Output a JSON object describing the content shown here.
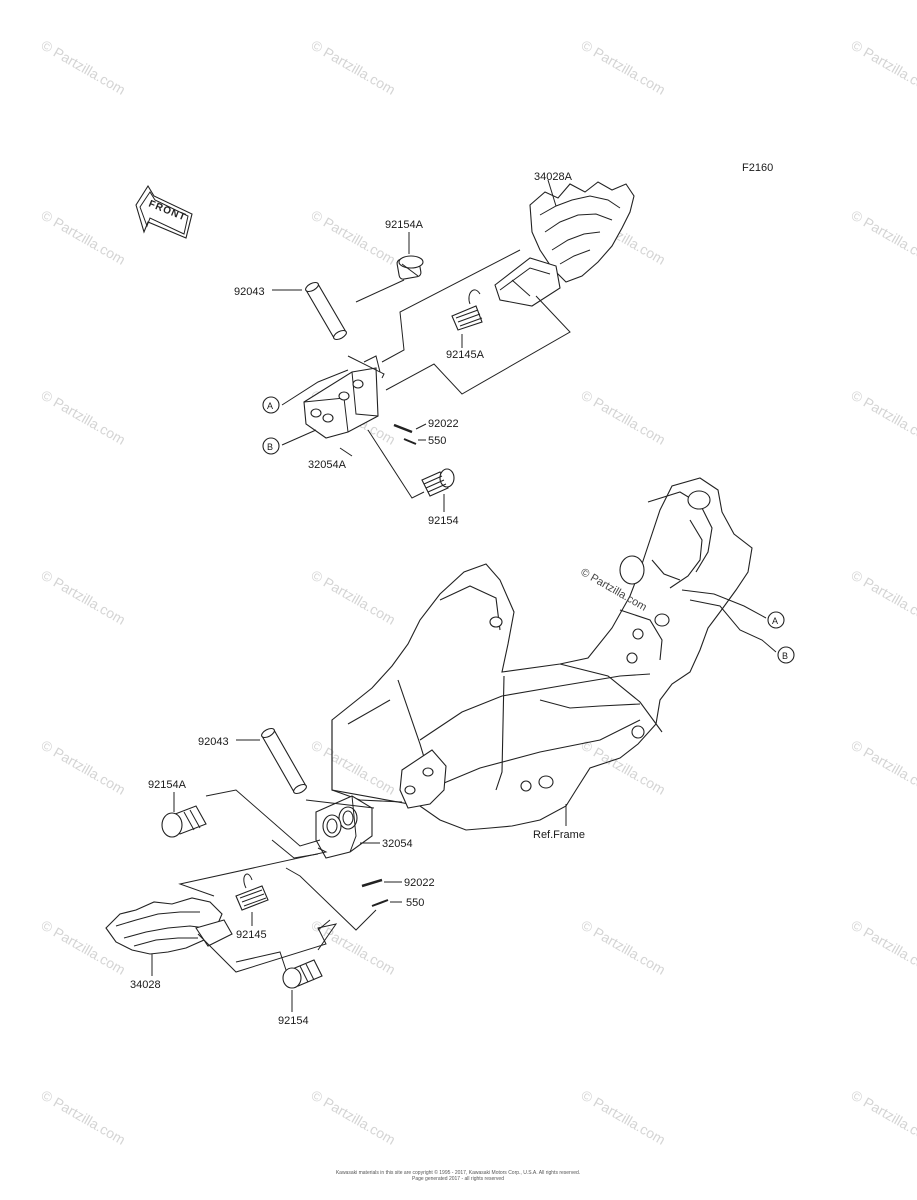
{
  "diagram": {
    "figure_code": "F2160",
    "front_label": "FRONT",
    "ref_frame_label": "Ref.Frame",
    "watermark": "© Partzilla.com",
    "footer_line1": "Kawasaki materials in this site are copyright © 1995 - 2017, Kawasaki Motors Corp., U.S.A. All rights reserved.",
    "footer_line2": "Page generated 2017 - all rights reserved",
    "callouts": {
      "A": "A",
      "B": "B"
    },
    "parts": {
      "p34028A": "34028A",
      "p92154A_top": "92154A",
      "p92043_top": "92043",
      "p92145A": "92145A",
      "p92022_top": "92022",
      "p550_top": "550",
      "p32054A": "32054A",
      "p92154_top": "92154",
      "p92043_bot": "92043",
      "p92154A_bot": "92154A",
      "p32054": "32054",
      "p92022_bot": "92022",
      "p550_bot": "550",
      "p92145": "92145",
      "p34028": "34028",
      "p92154_bot": "92154"
    }
  }
}
